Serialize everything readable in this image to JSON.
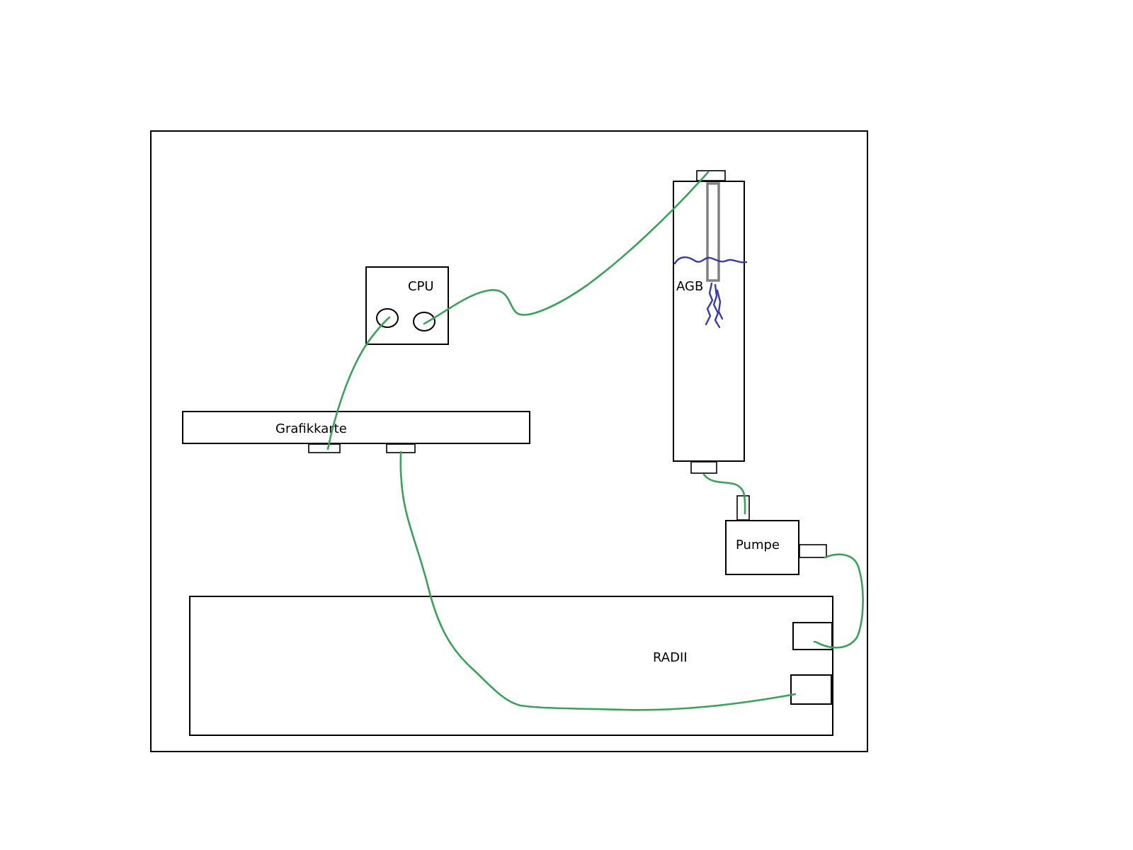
{
  "labels": {
    "cpu": "CPU",
    "gpu": "Grafikkarte",
    "reservoir": "AGB",
    "pump": "Pumpe",
    "radiator": "RADII"
  },
  "colors": {
    "hose": "#3aa05a",
    "water": "#3a3aa8",
    "outline": "#000000",
    "tube": "#808080"
  }
}
